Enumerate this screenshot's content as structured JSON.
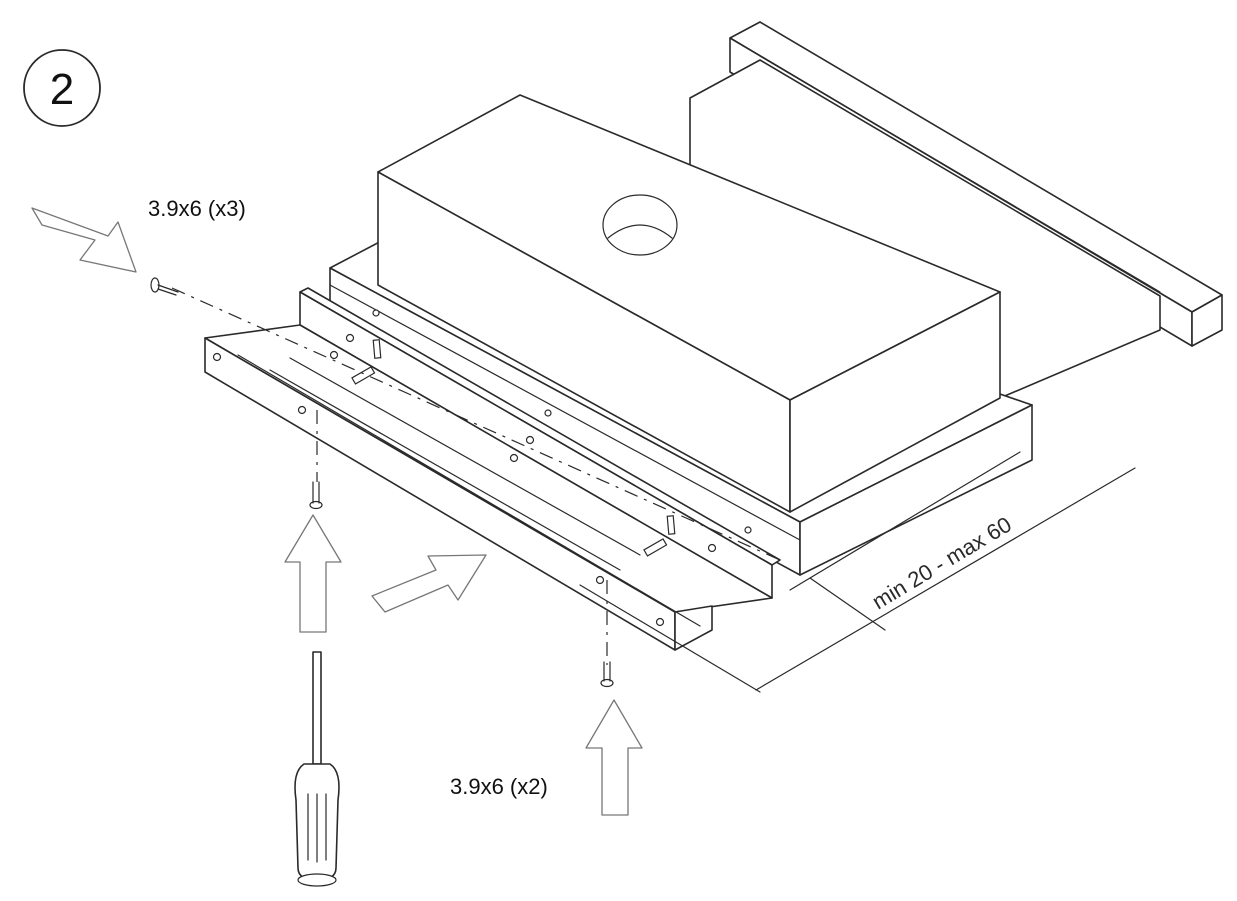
{
  "step": {
    "number": "2"
  },
  "labels": {
    "screws_top": "3.9x6 (x3)",
    "screws_bottom": "3.9x6 (x2)",
    "dimension": "min 20 - max 60"
  },
  "icons": {
    "tool": "screwdriver-icon",
    "insert_direction": "arrow-icon",
    "fastener": "screw-icon"
  },
  "colors": {
    "line": "#2a2a2a",
    "arrow_outline": "#777777"
  }
}
